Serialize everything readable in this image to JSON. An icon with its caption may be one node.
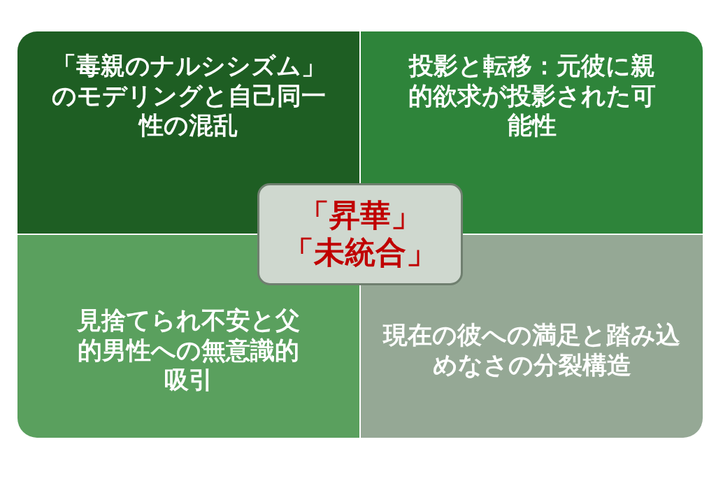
{
  "diagram": {
    "nodes": [
      {
        "text": [
          "「毒親のナルシシズム」のモデリングと自己同一性の混乱"
        ]
      },
      {
        "text": [
          "投影と転移：元彼に親的欲求が投影された可能性"
        ]
      },
      {
        "text": [
          "見捨てられ不安と父的男性への無意識的吸引"
        ]
      },
      {
        "text": [
          "現在の彼への満足と踏み込めなさの分裂構造"
        ]
      },
      {
        "text": [
          "「昇華」",
          "「未統合」"
        ]
      }
    ]
  }
}
